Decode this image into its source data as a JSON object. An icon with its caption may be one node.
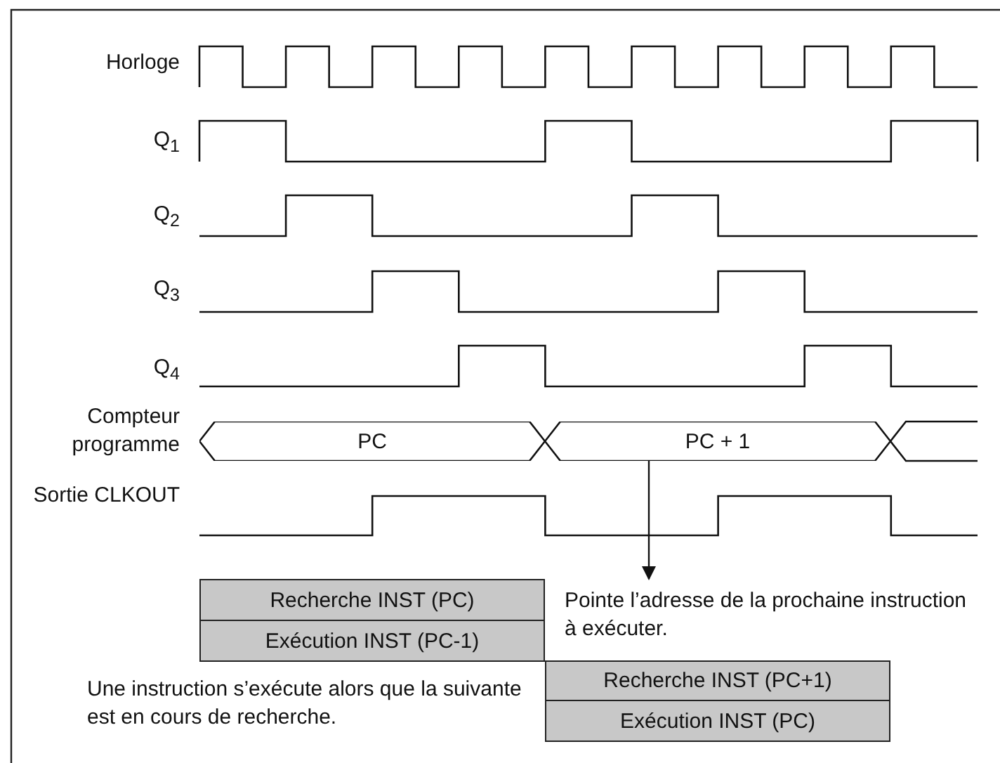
{
  "diagram": {
    "nodes": [
      {
        "text": [
          "PC"
        ]
      },
      {
        "text": [
          "PC + 1"
        ]
      },
      {
        "text": [
          "Recherche INST (PC)"
        ]
      },
      {
        "text": [
          "Exécution INST (PC-1)"
        ]
      },
      {
        "text": [
          "Recherche INST (PC+1)"
        ]
      },
      {
        "text": [
          "Exécution INST (PC)"
        ]
      },
      {
        "text": [
          "Pointe l’adresse de la prochaine instruction à exécuter."
        ]
      }
    ],
    "edges": [
      {
        "from": 1,
        "to": 6,
        "arrow": "to"
      }
    ],
    "labels": [
      "Horloge",
      "Q$_{1}$",
      "Q$_{2}$",
      "Q$_{3}$",
      "Q$_{4}$",
      "Compteur programme",
      "Sortie CLKOUT",
      "Une instruction s’exécute alors que la suivante est en cours de recherche."
    ]
  }
}
